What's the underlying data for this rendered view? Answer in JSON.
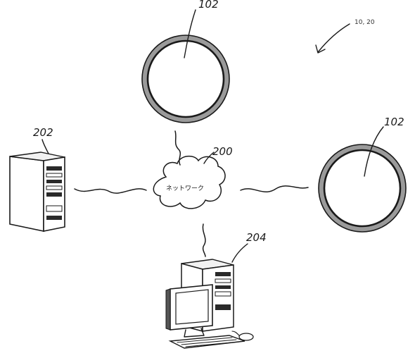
{
  "labels": {
    "figure_ref": "10, 20",
    "disc_top_ref": "102",
    "disc_right_ref": "102",
    "server_ref": "202",
    "network_ref": "200",
    "network_text": "ネットワーク",
    "workstation_ref": "204"
  }
}
